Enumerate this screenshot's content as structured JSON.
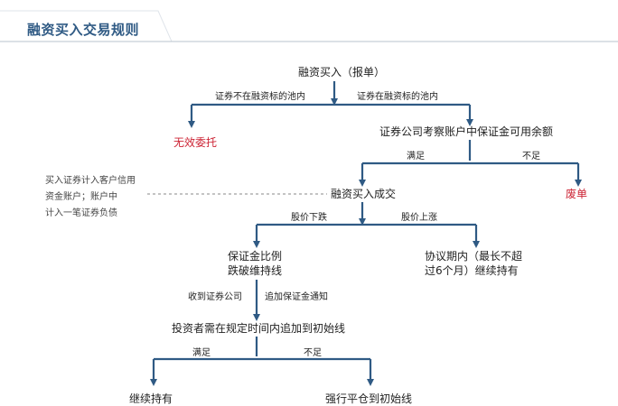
{
  "title": "融资买入交易规则",
  "colors": {
    "title": "#2f5a84",
    "line": "#2f5a84",
    "arrow": "#2f5a84",
    "header_border": "#b9c3cc",
    "negative_outcome": "#cc2233",
    "dashed": "#888888"
  },
  "nodes": {
    "start": "融资买入（报单）",
    "invalid": "无效委托",
    "check_margin": "证券公司考察账户中保证金可用余额",
    "success": "融资买入成交",
    "void": "废单",
    "ratio_breach_line1": "保证金比例",
    "ratio_breach_line2": "跌破维持线",
    "hold_agreement_line1": "协议期内（最长不超",
    "hold_agreement_line2": "过6个月）继续持有",
    "top_up": "投资者需在规定时间内追加到初始线",
    "keep_holding": "继续持有",
    "forced_close": "强行平仓到初始线"
  },
  "edges": {
    "not_in_pool": "证券不在融资标的池内",
    "in_pool": "证券在融资标的池内",
    "sufficient_1": "满足",
    "insufficient_1": "不足",
    "price_down": "股价下跌",
    "price_up": "股价上涨",
    "notice_from": "收到证券公司",
    "margin_call": "追加保证金通知",
    "sufficient_2": "满足",
    "insufficient_2": "不足"
  },
  "note": {
    "line1": "买入证券计入客户信用",
    "line2": "资金账户；账户中",
    "line3": "计入一笔证券负债"
  }
}
